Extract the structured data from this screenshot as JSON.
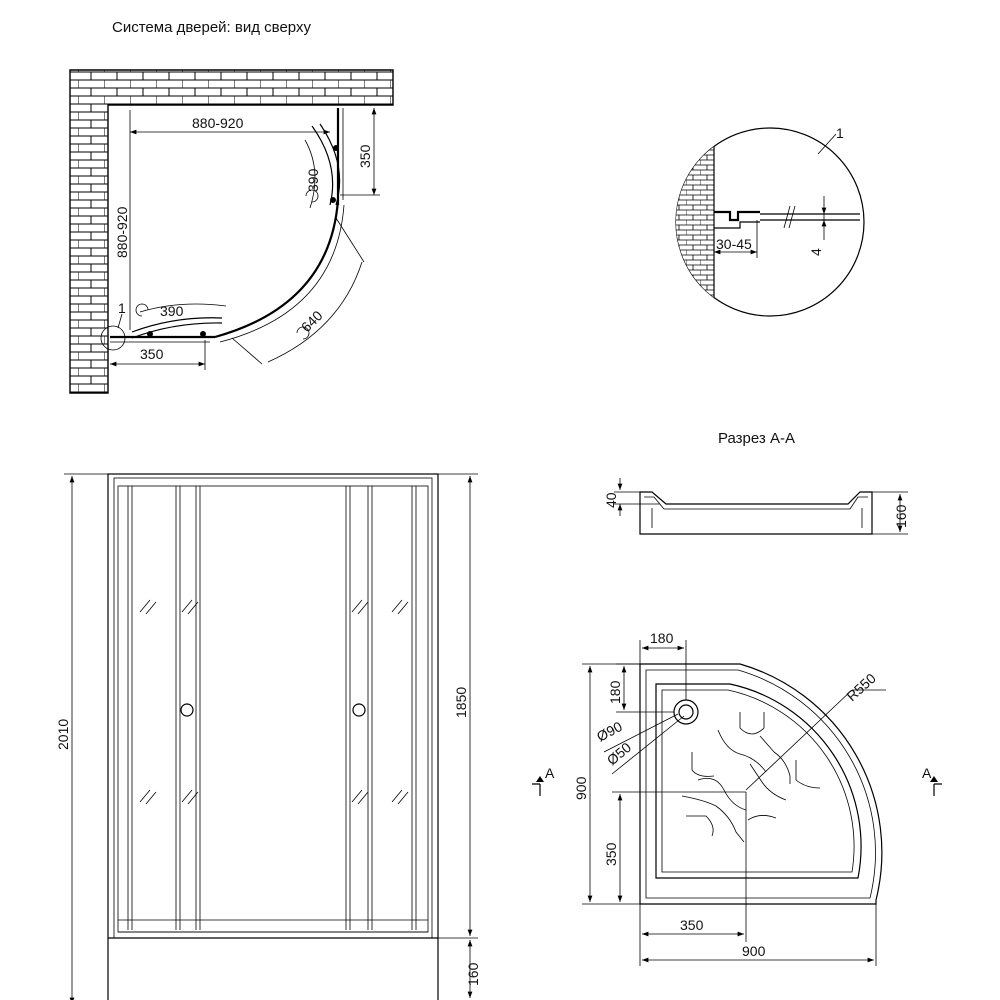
{
  "top_view": {
    "title": "Система дверей: вид сверху",
    "dim_width": "880-920",
    "dim_depth": "880-920",
    "dim_side_panel_v": "350",
    "dim_door_arc_right": "390",
    "dim_door_arc_bottom": "390",
    "dim_arc_center": "640",
    "dim_side_panel_h": "350",
    "callout_detail": "1"
  },
  "detail_1": {
    "callout": "1",
    "dim_offset": "30-45",
    "dim_thickness": "4"
  },
  "front_view": {
    "dim_total_height": "2010",
    "dim_cabin_height": "1850",
    "dim_tray_height": "160"
  },
  "section_aa": {
    "title": "Разрез А-А",
    "dim_rim": "40",
    "dim_height": "160"
  },
  "tray_plan": {
    "dim_drain_x": "180",
    "dim_drain_y": "180",
    "dim_radius": "R550",
    "dim_hole_outer": "Ø90",
    "dim_hole_inner": "Ø50",
    "dim_depth_total": "900",
    "dim_inner_y": "350",
    "dim_inner_x": "350",
    "dim_width_total": "900",
    "section_mark_left": "A",
    "section_mark_right": "A"
  }
}
